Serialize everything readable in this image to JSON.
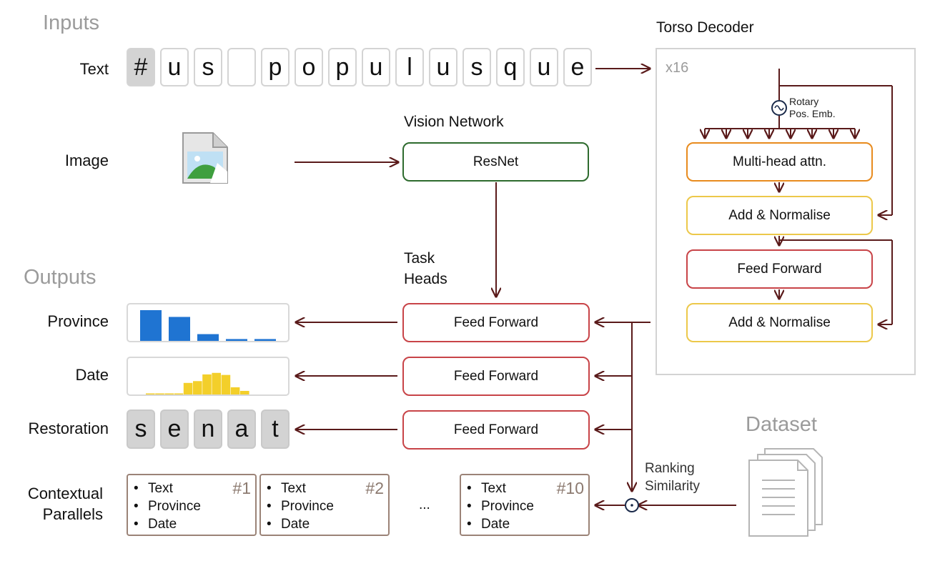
{
  "inputs_title": "Inputs",
  "outputs_title": "Outputs",
  "labels": {
    "text": "Text",
    "image": "Image",
    "province": "Province",
    "date": "Date",
    "restoration": "Restoration",
    "contextual_line1": "Contextual",
    "contextual_line2": "Parallels"
  },
  "input_tokens": [
    "#",
    "u",
    "s",
    "",
    "p",
    "o",
    "p",
    "u",
    "l",
    "u",
    "s",
    "q",
    "u",
    "e"
  ],
  "restoration_tokens": [
    "s",
    "e",
    "n",
    "a",
    "t"
  ],
  "vision_network": {
    "title": "Vision Network",
    "box": "ResNet"
  },
  "task_heads": {
    "line1": "Task",
    "line2": "Heads",
    "heads": [
      "Feed Forward",
      "Feed Forward",
      "Feed Forward"
    ]
  },
  "torso": {
    "title": "Torso Decoder",
    "repeat": "x16",
    "rotary_line1": "Rotary",
    "rotary_line2": "Pos. Emb.",
    "blocks": [
      "Multi-head attn.",
      "Add & Normalise",
      "Feed Forward",
      "Add & Normalise"
    ]
  },
  "dataset": {
    "title": "Dataset",
    "ranking_line1": "Ranking",
    "ranking_line2": "Similarity"
  },
  "parallels": [
    {
      "num": "#1",
      "items": [
        "Text",
        "Province",
        "Date"
      ]
    },
    {
      "num": "#2",
      "items": [
        "Text",
        "Province",
        "Date"
      ]
    },
    {
      "num": "#10",
      "items": [
        "Text",
        "Province",
        "Date"
      ]
    }
  ],
  "ellipsis": "...",
  "colors": {
    "arrow": "#5a1a1a",
    "province_bar": "#1f74d2",
    "date_bar": "#f3cf2a",
    "resnet": "#2e6b2e",
    "head": "#c84448"
  },
  "chart_data": [
    {
      "type": "bar",
      "name_hint": "province",
      "values": [
        1.0,
        0.78,
        0.22,
        0.06,
        0.06
      ]
    },
    {
      "type": "bar",
      "name_hint": "date",
      "values": [
        0.02,
        0.02,
        0.02,
        0.04,
        0.45,
        0.52,
        0.78,
        0.84,
        0.76,
        0.28,
        0.14
      ]
    }
  ]
}
